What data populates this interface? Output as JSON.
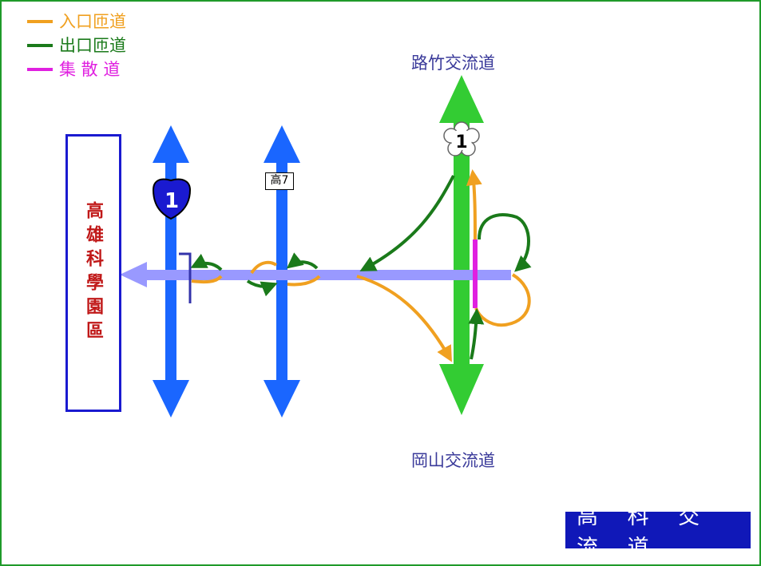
{
  "legend": [
    {
      "label": "入口匝道",
      "color": "#f0a020"
    },
    {
      "label": "出口匝道",
      "color": "#1a7a1a"
    },
    {
      "label": "集 散 道",
      "color": "#e020e0"
    }
  ],
  "labels": {
    "north_interchange": "路竹交流道",
    "south_interchange": "岡山交流道",
    "science_park": "高雄科學園區",
    "title": "高 科 交 流 道"
  },
  "shields": {
    "freeway_1_blue": "1",
    "freeway_1_plum": "1",
    "county_route_7": "高7"
  },
  "colors": {
    "freeway": "#33cc33",
    "road_blue": "#1a66ff",
    "connector": "#9999ff",
    "entrance": "#f0a020",
    "exit": "#1a7a1a",
    "collector": "#e020e0",
    "park_border": "#1a1ad0",
    "park_text": "#c01818",
    "title_bg": "#1018b8"
  },
  "icons": [
    "blue-shield-icon",
    "plum-blossom-shield-icon",
    "route-box-icon"
  ]
}
